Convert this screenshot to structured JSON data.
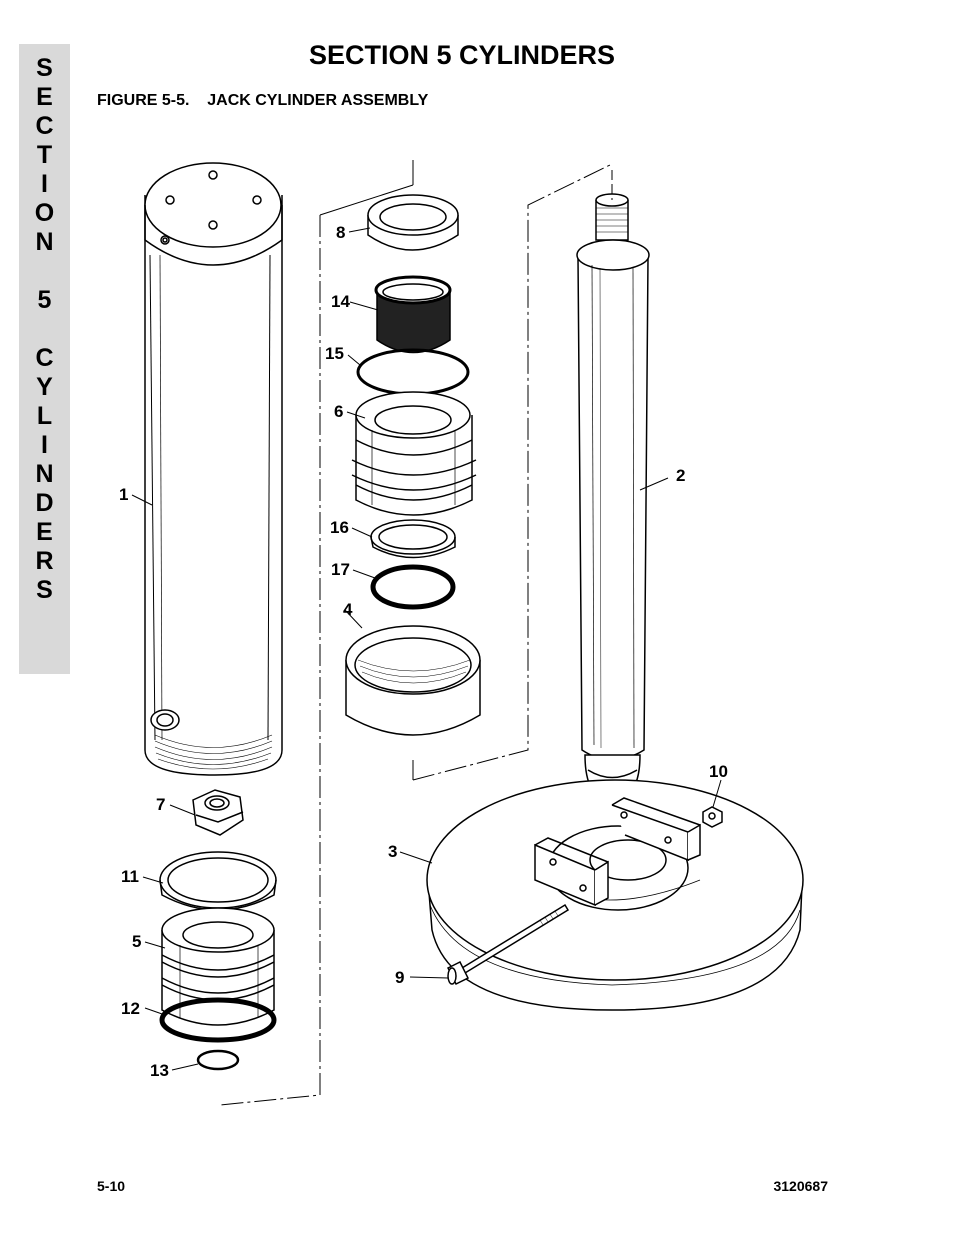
{
  "side_tab": {
    "letters": [
      "S",
      "E",
      "C",
      "T",
      "I",
      "O",
      "N",
      "",
      "5",
      "",
      "C",
      "Y",
      "L",
      "I",
      "N",
      "D",
      "E",
      "R",
      "S"
    ]
  },
  "header": {
    "title": "SECTION 5  CYLINDERS",
    "figure_caption": "FIGURE 5-5.    JACK CYLINDER ASSEMBLY"
  },
  "callouts": {
    "c1": "1",
    "c2": "2",
    "c3": "3",
    "c4": "4",
    "c5": "5",
    "c6": "6",
    "c7": "7",
    "c8": "8",
    "c9": "9",
    "c10": "10",
    "c11": "11",
    "c12": "12",
    "c13": "13",
    "c14": "14",
    "c15": "15",
    "c16": "16",
    "c17": "17"
  },
  "footer": {
    "page_number": "5-10",
    "document_number": "3120687"
  }
}
